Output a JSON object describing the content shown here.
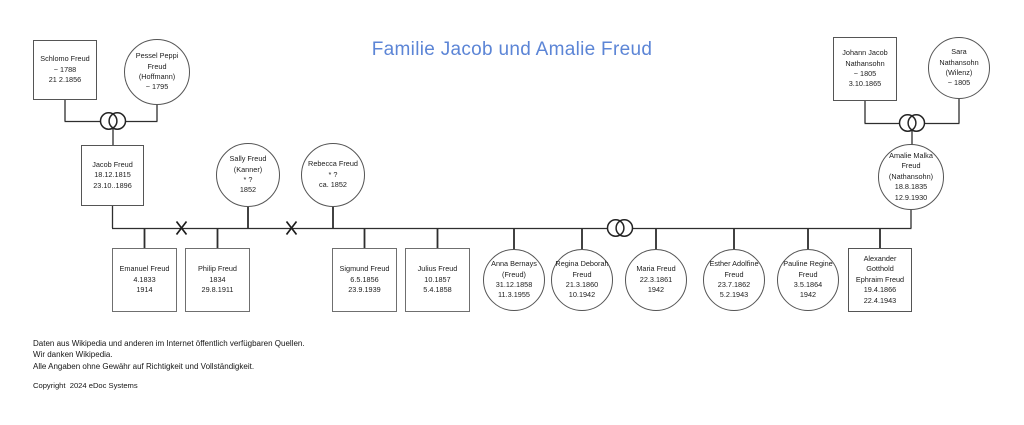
{
  "title": {
    "text": "Familie Jacob und Amalie Freud",
    "accent_color": "#5c85d6"
  },
  "symbols": {
    "marriage": "interlocked-rings-icon",
    "union_ended": "x-mark-icon",
    "male_shape": "rectangle",
    "female_shape": "circle"
  },
  "persons": {
    "schlomo": {
      "label": "Schlomo Freud\n~ 1788\n21 2.1856"
    },
    "pessel": {
      "label": "Pessel Peppi\nFreud\n(Hoffmann)\n~ 1795"
    },
    "johann": {
      "label": "Johann Jacob\nNathansohn\n~ 1805\n3.10.1865"
    },
    "sara": {
      "label": "Sara\nNathansohn\n(Wilenz)\n~ 1805"
    },
    "jacob": {
      "label": "Jacob Freud\n18.12.1815\n23.10..1896"
    },
    "sally": {
      "label": "Sally Freud\n(Kanner)\n* ?\n1852"
    },
    "rebecca": {
      "label": "Rebecca Freud\n* ?\nca. 1852"
    },
    "amalie": {
      "label": "Amalie Malka\nFreud\n(Nathansohn)\n18.8.1835\n12.9.1930"
    },
    "emanuel": {
      "label": "Emanuel Freud\n4.1833\n1914"
    },
    "philip": {
      "label": "Philip Freud\n1834\n29.8.1911"
    },
    "sigmund": {
      "label": "Sigmund Freud\n6.5.1856\n23.9.1939"
    },
    "julius": {
      "label": "Julius Freud\n10.1857\n5.4.1858"
    },
    "anna": {
      "label": "Anna Bernays\n(Freud)\n31.12.1858\n11.3.1955"
    },
    "regina": {
      "label": "Regina Deborah\nFreud\n21.3.1860\n10.1942"
    },
    "maria": {
      "label": "Maria Freud\n22.3.1861\n1942"
    },
    "esther": {
      "label": "Esther Adolfine\nFreud\n23.7.1862\n5.2.1943"
    },
    "pauline": {
      "label": "Pauline Regine\nFreud\n3.5.1864\n1942"
    },
    "alexander": {
      "label": "Alexander\nGotthold\nEphraim Freud\n19.4.1866\n22.4.1943"
    }
  },
  "footer": {
    "line1": "Daten aus Wikipedia und anderen im Internet öffentlich verfügbaren Quellen.",
    "line2": "Wir danken Wikipedia.",
    "line3": "Alle Angaben ohne Gewähr auf Richtigkeit und Vollständigkeit.",
    "copyright": "Copyright  2024 eDoc Systems"
  }
}
